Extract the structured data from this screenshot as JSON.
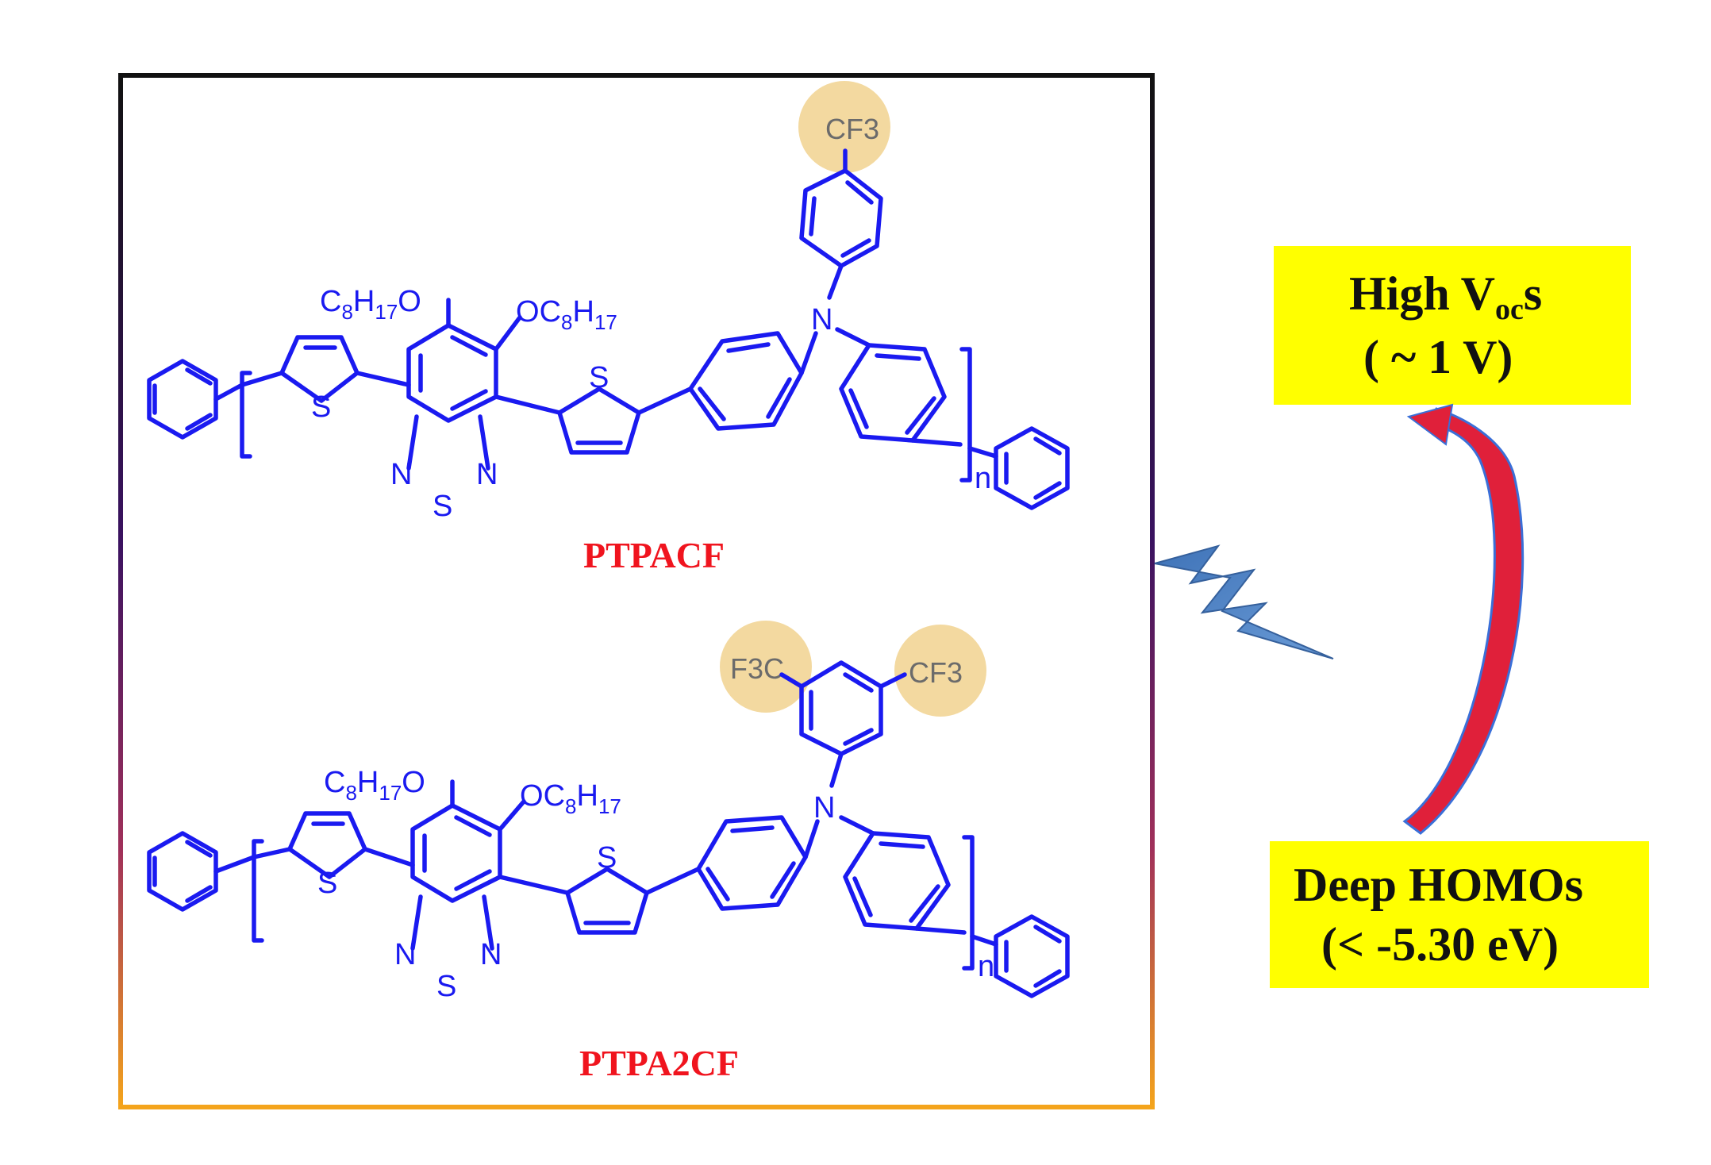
{
  "polymers": [
    {
      "name": "PTPACF",
      "groups": [
        "CF3"
      ],
      "alkoxy_left": "C8H17O",
      "alkoxy_right": "OC8H17",
      "repeat": "n"
    },
    {
      "name": "PTPA2CF",
      "groups": [
        "F3C",
        "CF3"
      ],
      "alkoxy_left": "C8H17O",
      "alkoxy_right": "OC8H17",
      "repeat": "n"
    }
  ],
  "atoms": {
    "sulfur": "S",
    "nitrogen": "N"
  },
  "result_box": {
    "line1_main": "High V",
    "line1_sub": "oc",
    "line1_end": "s",
    "line2": "( ~ 1 V)"
  },
  "cause_box": {
    "line1": "Deep HOMOs",
    "line2": "(< -5.30 eV)"
  },
  "colors": {
    "structure": "#1a1af0",
    "polymer_name": "#f0141e",
    "highlight_circle": "#f3d9a0",
    "box_fill": "#ffff00",
    "arrow": "#e0203a",
    "arrow_edge": "#3a6fd8",
    "lightning": "#4a7fbe",
    "frame_gradient": [
      "#111111",
      "#3a1260",
      "#a0305a",
      "#f4a41c"
    ]
  },
  "icons": [
    "lightning-bolt-icon",
    "curved-arrow-icon"
  ]
}
